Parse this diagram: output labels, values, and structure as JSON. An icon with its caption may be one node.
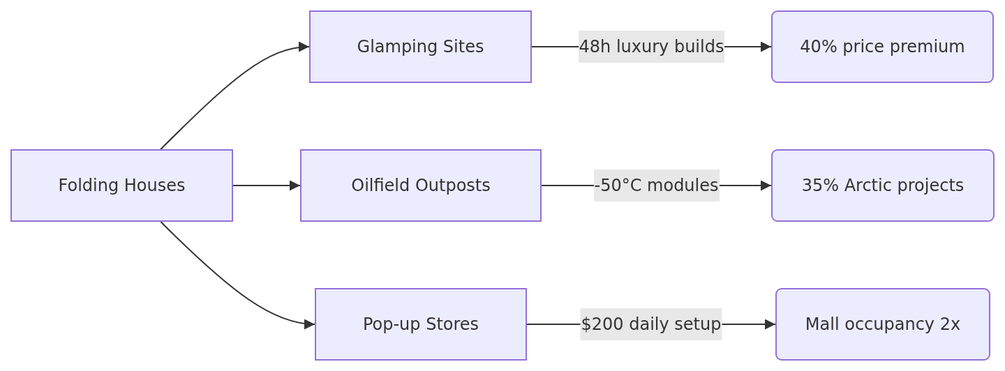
{
  "diagram": {
    "nodes": [
      {
        "text": [
          "Folding Houses"
        ]
      },
      {
        "text": [
          "Glamping Sites"
        ]
      },
      {
        "text": [
          "Oilfield Outposts"
        ]
      },
      {
        "text": [
          "Pop-up Stores"
        ]
      },
      {
        "text": [
          "40% price premium"
        ]
      },
      {
        "text": [
          "35% Arctic projects"
        ]
      },
      {
        "text": [
          "Mall occupancy 2x"
        ]
      }
    ],
    "edges": [
      {
        "from": 0,
        "to": 1,
        "arrow": "to"
      },
      {
        "from": 0,
        "to": 2,
        "arrow": "to"
      },
      {
        "from": 0,
        "to": 3,
        "arrow": "to"
      },
      {
        "from": 1,
        "to": 4,
        "label": "48h luxury builds",
        "arrow": "to"
      },
      {
        "from": 2,
        "to": 5,
        "label": "-50°C modules",
        "arrow": "to"
      },
      {
        "from": 3,
        "to": 6,
        "label": "$200 daily setup",
        "arrow": "to"
      }
    ]
  }
}
